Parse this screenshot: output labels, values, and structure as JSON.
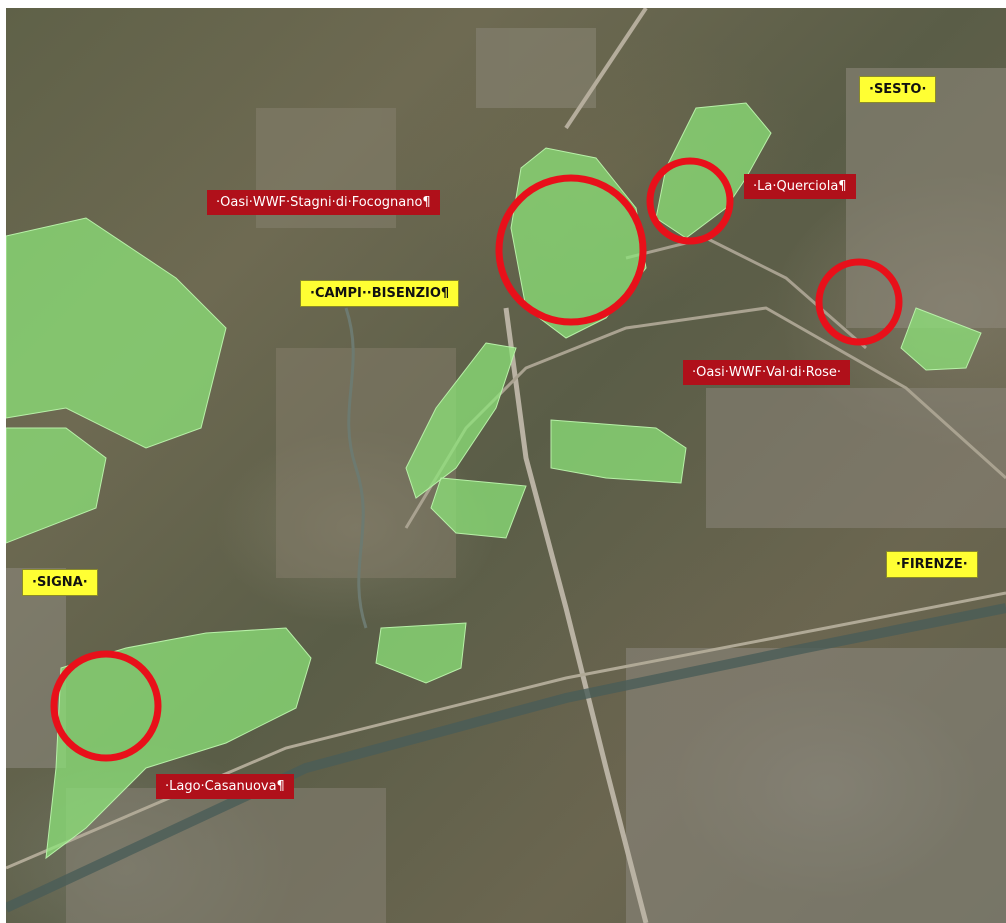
{
  "map": {
    "places": {
      "sesto": "·SESTO·",
      "campi_bisenzio": "·CAMPI··BISENZIO¶",
      "signa": "·SIGNA·",
      "firenze": "·FIRENZE·"
    },
    "sites": {
      "stagni_focognano": "·Oasi·WWF·Stagni·di·Focognano¶",
      "la_querciola": "·La·Querciola¶",
      "val_di_rose": "·Oasi·WWF·Val·di·Rose·",
      "lago_casanuova": "·Lago·Casanuova¶"
    },
    "colors": {
      "site_label_bg": "#b0101a",
      "place_label_bg": "#ffff33",
      "highlight_ring": "#e8101a",
      "protected_area": "#8ee87a"
    }
  }
}
